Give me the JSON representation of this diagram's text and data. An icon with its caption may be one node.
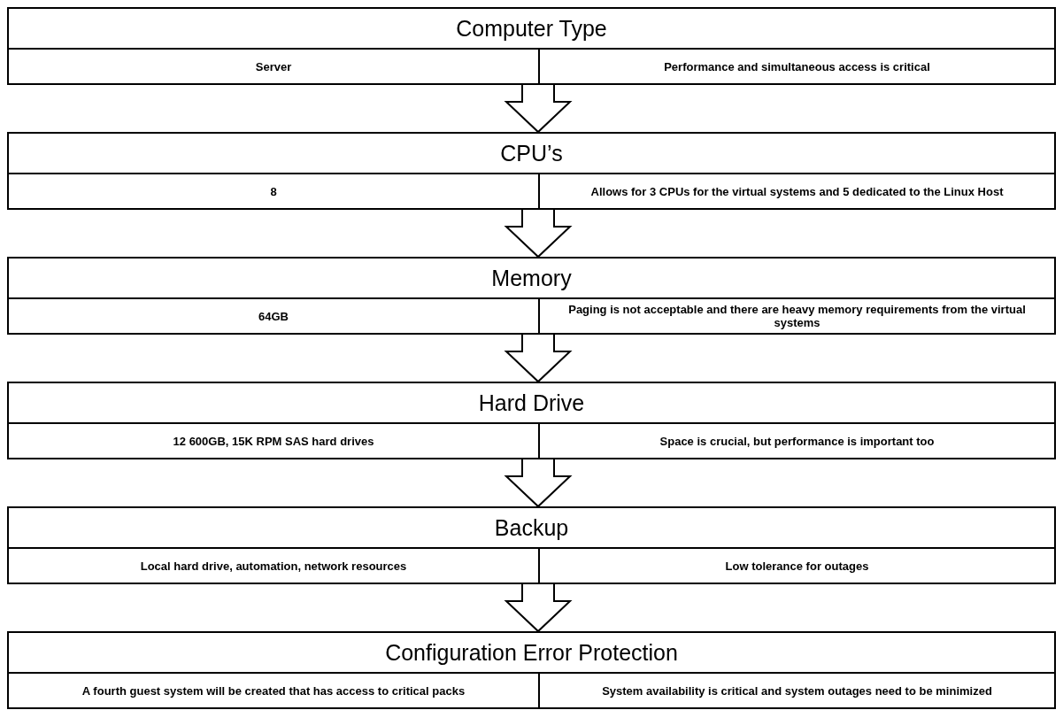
{
  "diagram": {
    "nodes": [
      {
        "text": [
          "Computer Type"
        ]
      },
      {
        "text": [
          "Server"
        ],
        "in": 0
      },
      {
        "text": [
          "Performance and simultaneous access is critical"
        ],
        "in": 0
      },
      {
        "text": [
          "CPU’s"
        ]
      },
      {
        "text": [
          "8"
        ],
        "in": 3
      },
      {
        "text": [
          "Allows for 3 CPUs for the virtual systems and 5 dedicated to the Linux Host"
        ],
        "in": 3
      },
      {
        "text": [
          "Memory"
        ]
      },
      {
        "text": [
          "64GB"
        ],
        "in": 6
      },
      {
        "text": [
          "Paging is not acceptable and there are heavy memory requirements from the virtual systems"
        ],
        "in": 6
      },
      {
        "text": [
          "Hard Drive"
        ]
      },
      {
        "text": [
          "12 600GB, 15K RPM SAS hard drives"
        ],
        "in": 9
      },
      {
        "text": [
          "Space is crucial, but performance is important too"
        ],
        "in": 9
      },
      {
        "text": [
          "Backup"
        ]
      },
      {
        "text": [
          "Local hard drive, automation, network resources"
        ],
        "in": 12
      },
      {
        "text": [
          "Low tolerance for outages"
        ],
        "in": 12
      },
      {
        "text": [
          "Configuration Error Protection"
        ]
      },
      {
        "text": [
          "A fourth guest system will be created that has access to critical packs"
        ],
        "in": 15
      },
      {
        "text": [
          "System availability is critical and system outages need to be minimized"
        ],
        "in": 15
      }
    ],
    "edges": [
      {
        "from": 0,
        "to": 3,
        "arrow": "to"
      },
      {
        "from": 3,
        "to": 6,
        "arrow": "to"
      },
      {
        "from": 6,
        "to": 9,
        "arrow": "to"
      },
      {
        "from": 9,
        "to": 12,
        "arrow": "to"
      },
      {
        "from": 12,
        "to": 15,
        "arrow": "to"
      }
    ]
  }
}
